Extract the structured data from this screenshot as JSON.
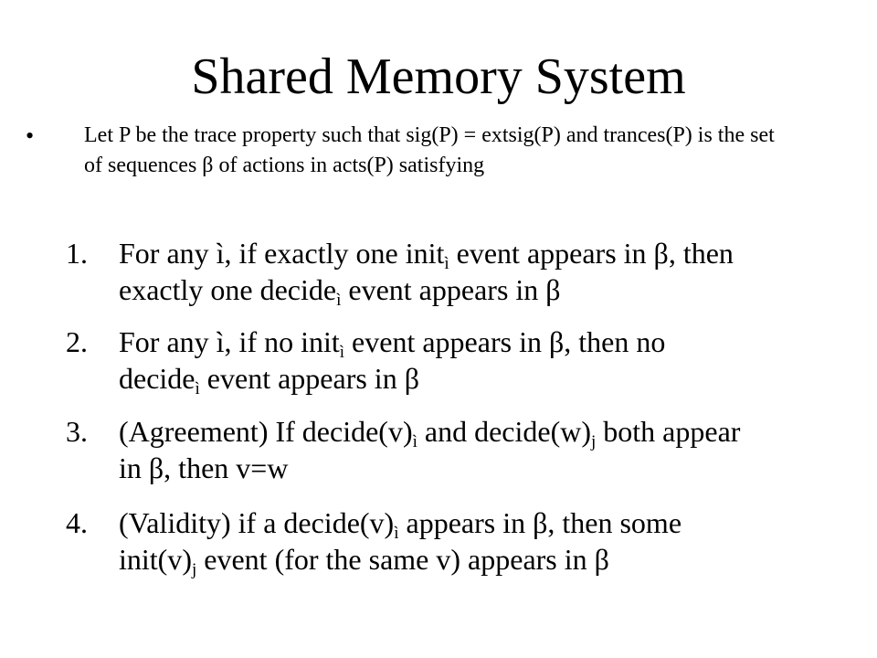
{
  "title": "Shared Memory System",
  "bullet": {
    "marker": "•",
    "text": "Let P be the trace property such that sig(P) = extsig(P) and trances(P) is the set of sequences β of actions in acts(P) satisfying"
  },
  "items": [
    {
      "number": "1.",
      "line1": {
        "a": "For any ì, if exactly one init",
        "sub": "ì",
        "b": " event appears in β, then"
      },
      "line2": {
        "a": "exactly one decide",
        "sub": "ì",
        "b": " event appears in β"
      }
    },
    {
      "number": "2.",
      "line1": {
        "a": "For any ì, if no init",
        "sub": "ì",
        "b": " event appears in β, then no"
      },
      "line2": {
        "a": "decide",
        "sub": "ì",
        "b": " event appears in β"
      }
    },
    {
      "number": "3.",
      "line1": {
        "a": "(Agreement) If decide(v)",
        "sub": "ì",
        "b": " and decide(w)",
        "sub2": "j",
        "c": " both appear"
      },
      "line2": {
        "a": "in β, then v=w"
      }
    },
    {
      "number": "4.",
      "line1": {
        "a": "(Validity) if a decide(v)",
        "sub": "ì",
        "b": " appears in β, then some"
      },
      "line2": {
        "a": "init(v)",
        "sub": "j",
        "b": " event (for the same v) appears in β"
      }
    }
  ]
}
